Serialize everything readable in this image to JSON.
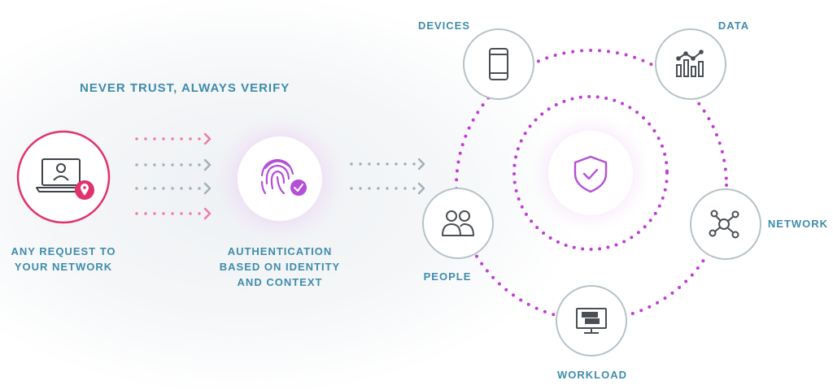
{
  "tagline": "NEVER TRUST, ALWAYS VERIFY",
  "request": {
    "label": "ANY REQUEST TO\nYOUR NETWORK",
    "icon": "laptop-user-location-icon"
  },
  "auth": {
    "label": "AUTHENTICATION\nBASED ON IDENTITY\nAND CONTEXT",
    "icon": "fingerprint-check-icon"
  },
  "core": {
    "icon": "shield-check-icon"
  },
  "nodes": [
    {
      "id": "devices",
      "label": "DEVICES",
      "icon": "smartphone-icon"
    },
    {
      "id": "data",
      "label": "DATA",
      "icon": "bar-chart-icon"
    },
    {
      "id": "network",
      "label": "NETWORK",
      "icon": "network-nodes-icon"
    },
    {
      "id": "workload",
      "label": "WORKLOAD",
      "icon": "computer-server-icon"
    },
    {
      "id": "people",
      "label": "PEOPLE",
      "icon": "people-icon"
    }
  ],
  "colors": {
    "label_blue": "#3f8cab",
    "pink": "#e0336b",
    "pink_dots": "#f27aa0",
    "gray_dots": "#9fb0b8",
    "purple": "#b44fd6",
    "purple_dots": "#c13bd6",
    "icon_dark": "#4a4f55",
    "node_border": "#b6c2c8"
  }
}
